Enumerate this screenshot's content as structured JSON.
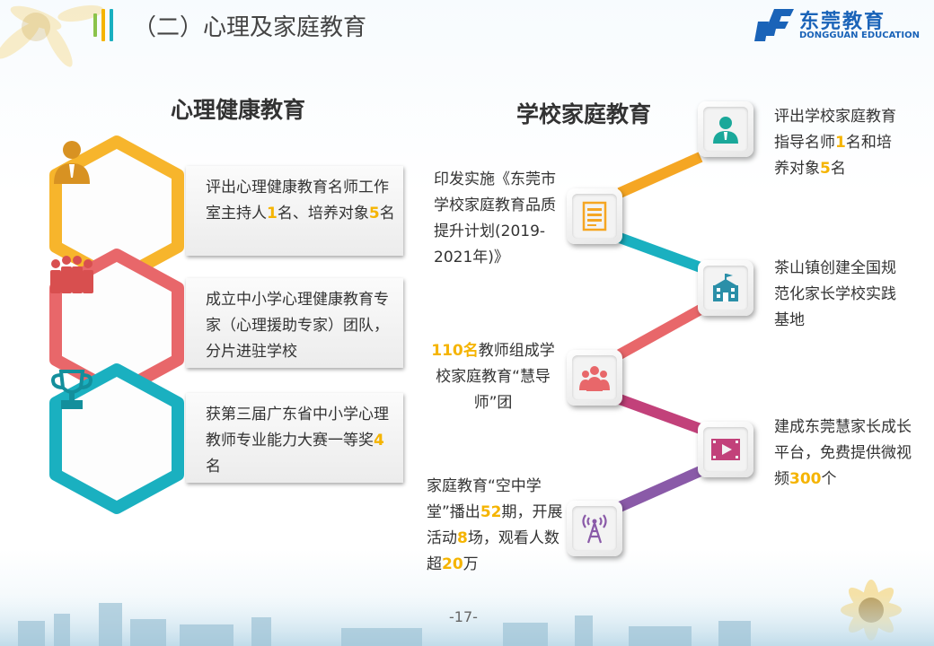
{
  "header": {
    "title": "（二）心理及家庭教育",
    "bar_colors": [
      "#8bc34a",
      "#f5b400",
      "#1ab0c0"
    ]
  },
  "logo": {
    "name_cn": "东莞教育",
    "name_en": "DONGGUAN EDUCATION",
    "color": "#1a63b8"
  },
  "left": {
    "title": "心理健康教育",
    "items": [
      {
        "color": "#f7b52c",
        "icon": "person-icon",
        "segments": [
          {
            "t": "评出心理健康教育名师工作室主持人"
          },
          {
            "t": "1",
            "hl": true
          },
          {
            "t": "名、培养对象"
          },
          {
            "t": "5",
            "hl": true
          },
          {
            "t": "名"
          }
        ]
      },
      {
        "color": "#e8676a",
        "icon": "group-icon",
        "segments": [
          {
            "t": "成立中小学心理健康教育专家（心理援助专家）团队，分片进驻学校"
          }
        ]
      },
      {
        "color": "#1ab0c0",
        "icon": "trophy-icon",
        "segments": [
          {
            "t": "获第三届广东省中小学心理教师专业能力大赛一等奖"
          },
          {
            "t": "4",
            "hl": true
          },
          {
            "t": "名"
          }
        ]
      }
    ]
  },
  "right": {
    "title": "学校家庭教育",
    "items": [
      {
        "icon": "document-icon",
        "icon_color": "#f5a623",
        "segments": [
          {
            "t": "印发实施《东莞市学校家庭教育品质提升计划(2019-2021年)》"
          }
        ]
      },
      {
        "icon": "teacher-icon",
        "icon_color": "#1aa89a",
        "segments": [
          {
            "t": "评出学校家庭教育指导名师"
          },
          {
            "t": "1",
            "hl": true
          },
          {
            "t": "名和培养对象"
          },
          {
            "t": "5",
            "hl": true
          },
          {
            "t": "名"
          }
        ]
      },
      {
        "icon": "school-icon",
        "icon_color": "#2b8fa8",
        "segments": [
          {
            "t": "茶山镇创建全国规范化家长学校实践基地"
          }
        ]
      },
      {
        "icon": "team-icon",
        "icon_color": "#e8676a",
        "segments": [
          {
            "t": "110名",
            "hl": true
          },
          {
            "t": "教师组成学校家庭教育“慧导师”团"
          }
        ]
      },
      {
        "icon": "video-icon",
        "icon_color": "#c2417a",
        "segments": [
          {
            "t": "建成东莞慧家长成长平台，免费提供微视频"
          },
          {
            "t": "300",
            "hl": true
          },
          {
            "t": "个"
          }
        ]
      },
      {
        "icon": "broadcast-tower-icon",
        "icon_color": "#8a5aa8",
        "segments": [
          {
            "t": "家庭教育“空中学堂”播出"
          },
          {
            "t": "52",
            "hl": true
          },
          {
            "t": "期，开展活动"
          },
          {
            "t": "8",
            "hl": true
          },
          {
            "t": "场，观看人数超"
          },
          {
            "t": "20",
            "hl": true
          },
          {
            "t": "万"
          }
        ]
      }
    ],
    "connector_colors": [
      "#f5a623",
      "#1ab0c0",
      "#e8676a",
      "#c2417a",
      "#8a5aa8"
    ]
  },
  "footer": {
    "page": "-17-"
  }
}
